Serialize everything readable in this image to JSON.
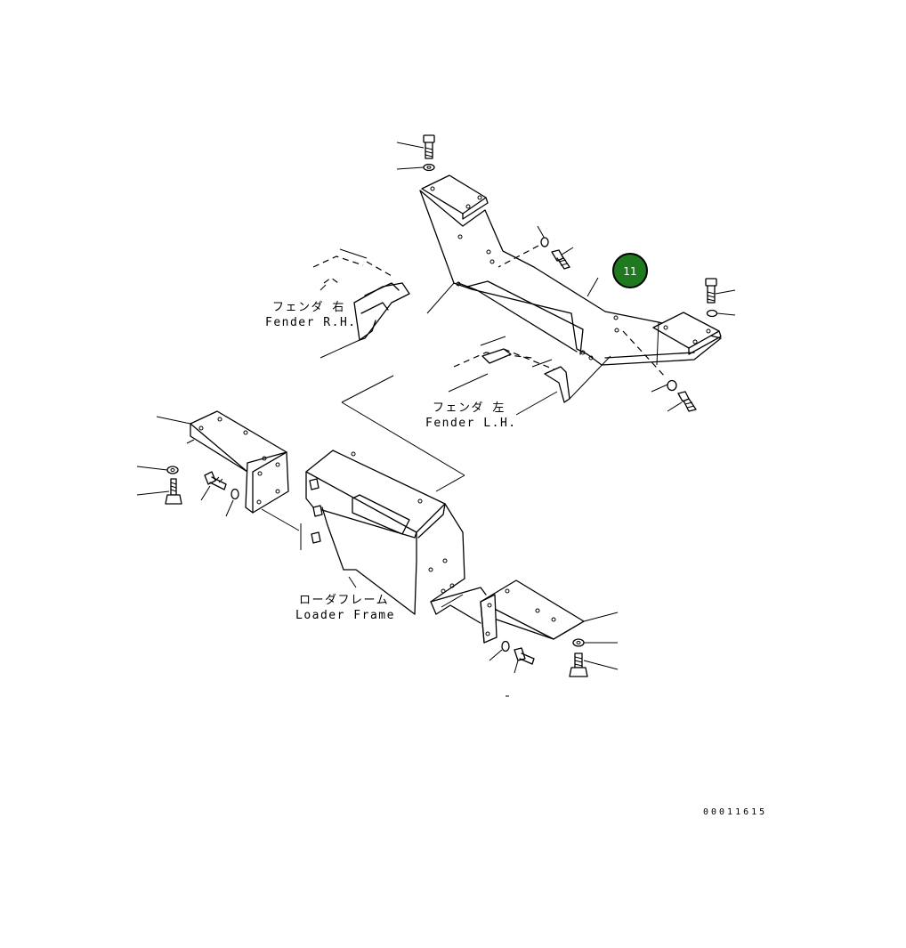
{
  "labels": {
    "fender_rh_jp": "フェンダ 右",
    "fender_rh_en": "Fender R.H.",
    "fender_lh_jp": "フェンダ 左",
    "fender_lh_en": "Fender L.H.",
    "loader_frame_jp": "ローダフレーム",
    "loader_frame_en": "Loader Frame"
  },
  "callout": {
    "number": "11",
    "color": "#1f7a1f"
  },
  "drawing_code": "00011615"
}
